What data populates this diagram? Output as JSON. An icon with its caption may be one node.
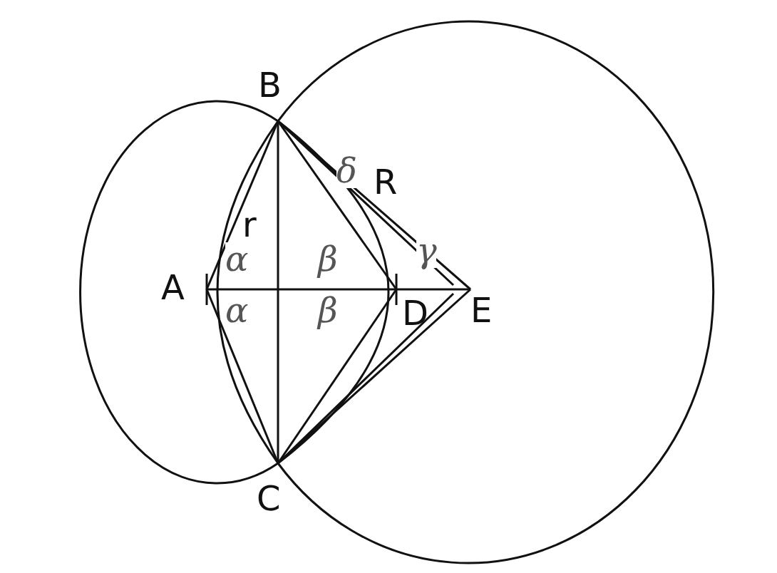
{
  "diagram": {
    "labels": [
      "B",
      "δ",
      "R",
      "r",
      "α",
      "β",
      "γ",
      "A",
      "α",
      "β",
      "D",
      "E",
      "C"
    ]
  }
}
